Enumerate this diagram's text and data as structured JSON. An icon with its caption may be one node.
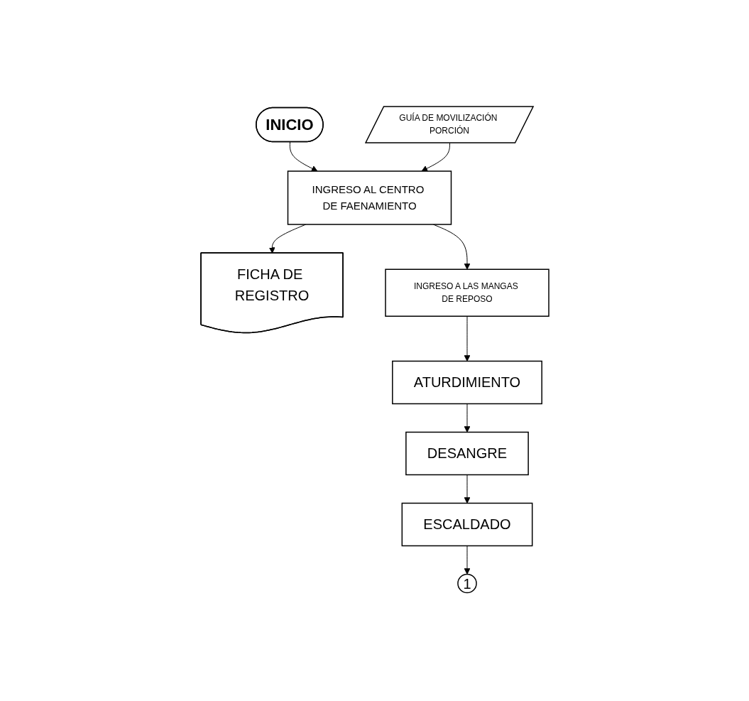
{
  "diagram": {
    "nodes": [
      {
        "text": [
          "INICIO"
        ]
      },
      {
        "text": [
          "GUÍA DE MOVILIZACIÓN PORCIÓN"
        ]
      },
      {
        "text": [
          "INGRESO AL CENTRO DE FAENAMIENTO"
        ]
      },
      {
        "text": [
          "FICHA DE REGISTRO"
        ]
      },
      {
        "text": [
          "INGRESO A LAS MANGAS DE REPOSO"
        ]
      },
      {
        "text": [
          "ATURDIMIENTO"
        ]
      },
      {
        "text": [
          "DESANGRE"
        ]
      },
      {
        "text": [
          "ESCALDADO"
        ]
      },
      {
        "text": [
          "1"
        ]
      }
    ],
    "edges": [
      {
        "from": 0,
        "to": 2,
        "arrow": "to"
      },
      {
        "from": 1,
        "to": 2,
        "arrow": "to"
      },
      {
        "from": 2,
        "to": 3,
        "arrow": "to"
      },
      {
        "from": 2,
        "to": 4,
        "arrow": "to"
      },
      {
        "from": 4,
        "to": 5,
        "arrow": "to"
      },
      {
        "from": 5,
        "to": 6,
        "arrow": "to"
      },
      {
        "from": 6,
        "to": 7,
        "arrow": "to"
      },
      {
        "from": 7,
        "to": 8,
        "arrow": "to"
      }
    ]
  }
}
